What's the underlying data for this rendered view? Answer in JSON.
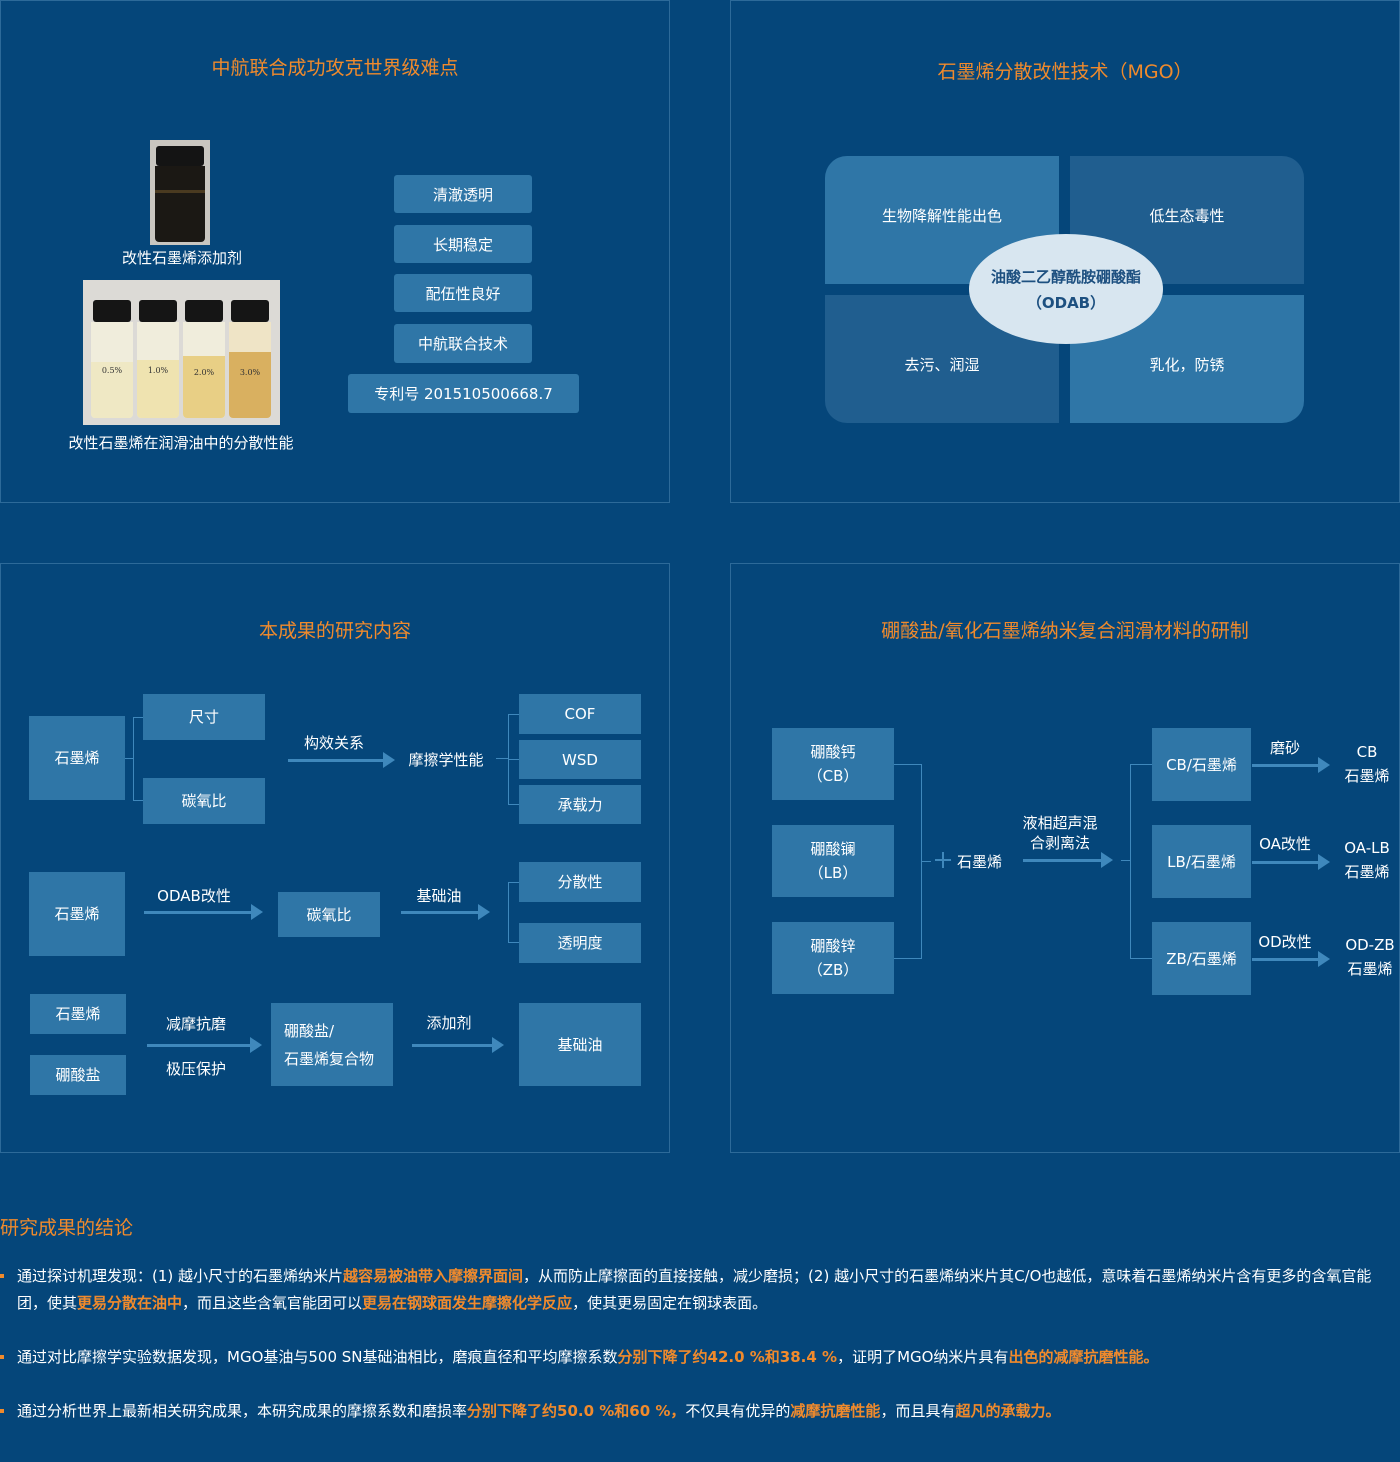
{
  "panel1": {
    "title": "中航联合成功攻克世界级难点",
    "img1_caption": "改性石墨烯添加剂",
    "img2_caption": "改性石墨烯在润滑油中的分散性能",
    "vial_labels": [
      "0.5%",
      "1.0%",
      "2.0%",
      "3.0%"
    ],
    "tags": [
      "清澈透明",
      "长期稳定",
      "配伍性良好",
      "中航联合技术",
      "专利号 201510500668.7"
    ]
  },
  "panel2": {
    "title": "石墨烯分散改性技术（MGO）",
    "quads": [
      "生物降解性能出色",
      "低生态毒性",
      "去污、润湿",
      "乳化，防锈"
    ],
    "center_line1": "油酸二乙醇酰胺硼酸酯",
    "center_line2": "（ODAB）"
  },
  "panel3": {
    "title": "本成果的研究内容",
    "row1": {
      "source": "石墨烯",
      "branch_a": "尺寸",
      "branch_b": "碳氧比",
      "arrow_label": "构效关系",
      "middle": "摩擦学性能",
      "outputs": [
        "COF",
        "WSD",
        "承载力"
      ]
    },
    "row2": {
      "source": "石墨烯",
      "arrow1_label": "ODAB改性",
      "middle": "碳氧比",
      "arrow2_label": "基础油",
      "outputs": [
        "分散性",
        "透明度"
      ]
    },
    "row3": {
      "source_a": "石墨烯",
      "source_b": "硼酸盐",
      "arrow1_label_top": "减摩抗磨",
      "arrow1_label_bottom": "极压保护",
      "middle_line1": "硼酸盐/",
      "middle_line2": "石墨烯复合物",
      "arrow2_label": "添加剂",
      "target": "基础油"
    }
  },
  "panel4": {
    "title": "硼酸盐/氧化石墨烯纳米复合润滑材料的研制",
    "inputs": [
      {
        "line1": "硼酸钙",
        "line2": "（CB）"
      },
      {
        "line1": "硼酸镧",
        "line2": "（LB）"
      },
      {
        "line1": "硼酸锌",
        "line2": "（ZB）"
      }
    ],
    "plus_label": "石墨烯",
    "method_line1": "液相超声混",
    "method_line2": "合剥离法",
    "composites": [
      "CB/石墨烯",
      "LB/石墨烯",
      "ZB/石墨烯"
    ],
    "process_labels": [
      "磨砂",
      "OA改性",
      "OD改性"
    ],
    "products": [
      {
        "line1": "CB",
        "line2": "石墨烯"
      },
      {
        "line1": "OA-LB",
        "line2": "石墨烯"
      },
      {
        "line1": "OD-ZB",
        "line2": "石墨烯"
      }
    ]
  },
  "conclusion": {
    "title": "研究成果的结论",
    "items": [
      {
        "segments": [
          {
            "t": "通过探讨机理发现：(1) 越小尺寸的石墨烯纳米片",
            "h": false
          },
          {
            "t": "越容易被油带入摩擦界面间",
            "h": true
          },
          {
            "t": "，从而防止摩擦面的直接接触，减少磨损；(2) 越小尺寸的石墨烯纳米片其C/O也越低，意味着石墨烯纳米片含有更多的含氧官能团，使其",
            "h": false
          },
          {
            "t": "更易分散在油中",
            "h": true
          },
          {
            "t": "，而且这些含氧官能团可以",
            "h": false
          },
          {
            "t": "更易在钢球面发生摩擦化学反应",
            "h": true
          },
          {
            "t": "，使其更易固定在钢球表面。",
            "h": false
          }
        ]
      },
      {
        "segments": [
          {
            "t": "通过对比摩擦学实验数据发现，MGO基油与500 SN基础油相比，磨痕直径和平均摩擦系数",
            "h": false
          },
          {
            "t": "分别下降了约42.0 %和38.4 %",
            "h": true
          },
          {
            "t": "，证明了MGO纳米片具有",
            "h": false
          },
          {
            "t": "出色的减摩抗磨性能。",
            "h": true
          }
        ]
      },
      {
        "segments": [
          {
            "t": "通过分析世界上最新相关研究成果，本研究成果的摩擦系数和磨损率",
            "h": false
          },
          {
            "t": "分别下降了约50.0 %和60 %，",
            "h": true
          },
          {
            "t": "不仅具有优异的",
            "h": false
          },
          {
            "t": "减摩抗磨性能",
            "h": true
          },
          {
            "t": "，而且具有",
            "h": false
          },
          {
            "t": "超凡的承载力。",
            "h": true
          }
        ]
      }
    ]
  },
  "colors": {
    "background": "#05467a",
    "box": "#2f76a7",
    "accent": "#f08a2c",
    "border": "#2d6a99"
  }
}
